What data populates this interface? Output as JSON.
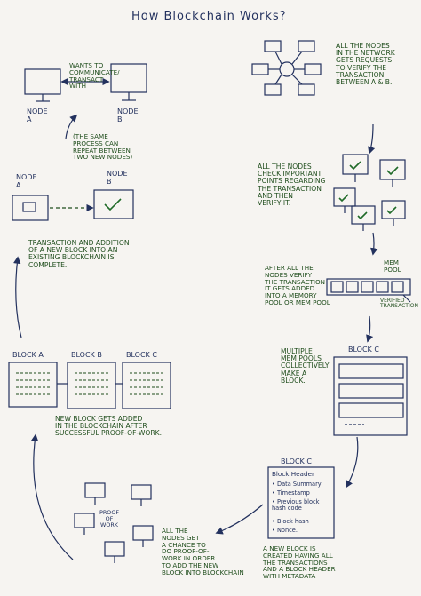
{
  "title": "How Blockchain Works?",
  "nodes": {
    "node_a": "NODE\nA",
    "node_b": "NODE\nB",
    "node_a_2": "NODE\nA",
    "node_b_2": "NODE\nB"
  },
  "notes": {
    "wants_to_transact": "WANTS TO\nCOMMUNICATE/\nTRANSACT\nWITH",
    "repeat_process": "(THE SAME\nPROCESS CAN\nREPEAT BETWEEN\nTWO NEW NODES)",
    "requests_verify": "ALL THE NODES\nIN THE NETWORK\nGETS REQUESTS\nTO VERIFY THE\nTRANSACTION\nBETWEEN A & B.",
    "check_points": "ALL THE NODES\nCHECK IMPORTANT\nPOINTS REGARDING\nTHE TRANSACTION\nAND THEN\nVERIFY IT.",
    "mem_pool_label": "MEM\nPOOL",
    "mem_pool_text": "AFTER ALL THE\nNODES VERIFY\nTHE TRANSACTION\nIT GETS ADDED\nINTO A MEMORY\nPOOL OR MEM POOL",
    "verified_transaction": "VERIFIED\nTRANSACTION",
    "multiple_mem_pools": "MULTIPLE\nMEM POOLS\nCOLLECTIVELY\nMAKE A\nBLOCK.",
    "block_c_1": "BLOCK C",
    "block_c_2": "BLOCK C",
    "block_header_title": "Block Header",
    "header_items": [
      "• Data Summary",
      "• Timestamp",
      "• Previous block\n  hash code",
      "• Block hash",
      "• Nonce."
    ],
    "new_block_created": "A NEW BLOCK IS\nCREATED HAVING ALL\nTHE TRANSACTIONS\nAND A BLOCK HEADER\nWITH METADATA",
    "proof_of_work": "PROOF\nOF\nWORK",
    "nodes_chance": "ALL THE\nNODES GET\nA CHANCE TO\nDO PROOF-OF-\nWORK IN ORDER\nTO ADD THE NEW\nBLOCK INTO BLOCKCHAIN",
    "new_block_added": "NEW BLOCK GETS ADDED\nIN THE BLOCKCHAIN AFTER\nSUCCESSFUL PROOF-OF-WORK.",
    "block_a": "BLOCK A",
    "block_b": "BLOCK B",
    "block_c_chain": "BLOCK C",
    "transaction_complete": "TRANSACTION AND ADDITION\nOF A NEW BLOCK INTO AN\nEXISTING BLOCKCHAIN IS\nCOMPLETE."
  },
  "colors": {
    "ink_blue": "#23315e",
    "ink_green": "#1f4d1c",
    "paper": "#f6f4f1",
    "check": "#1f6a28"
  }
}
